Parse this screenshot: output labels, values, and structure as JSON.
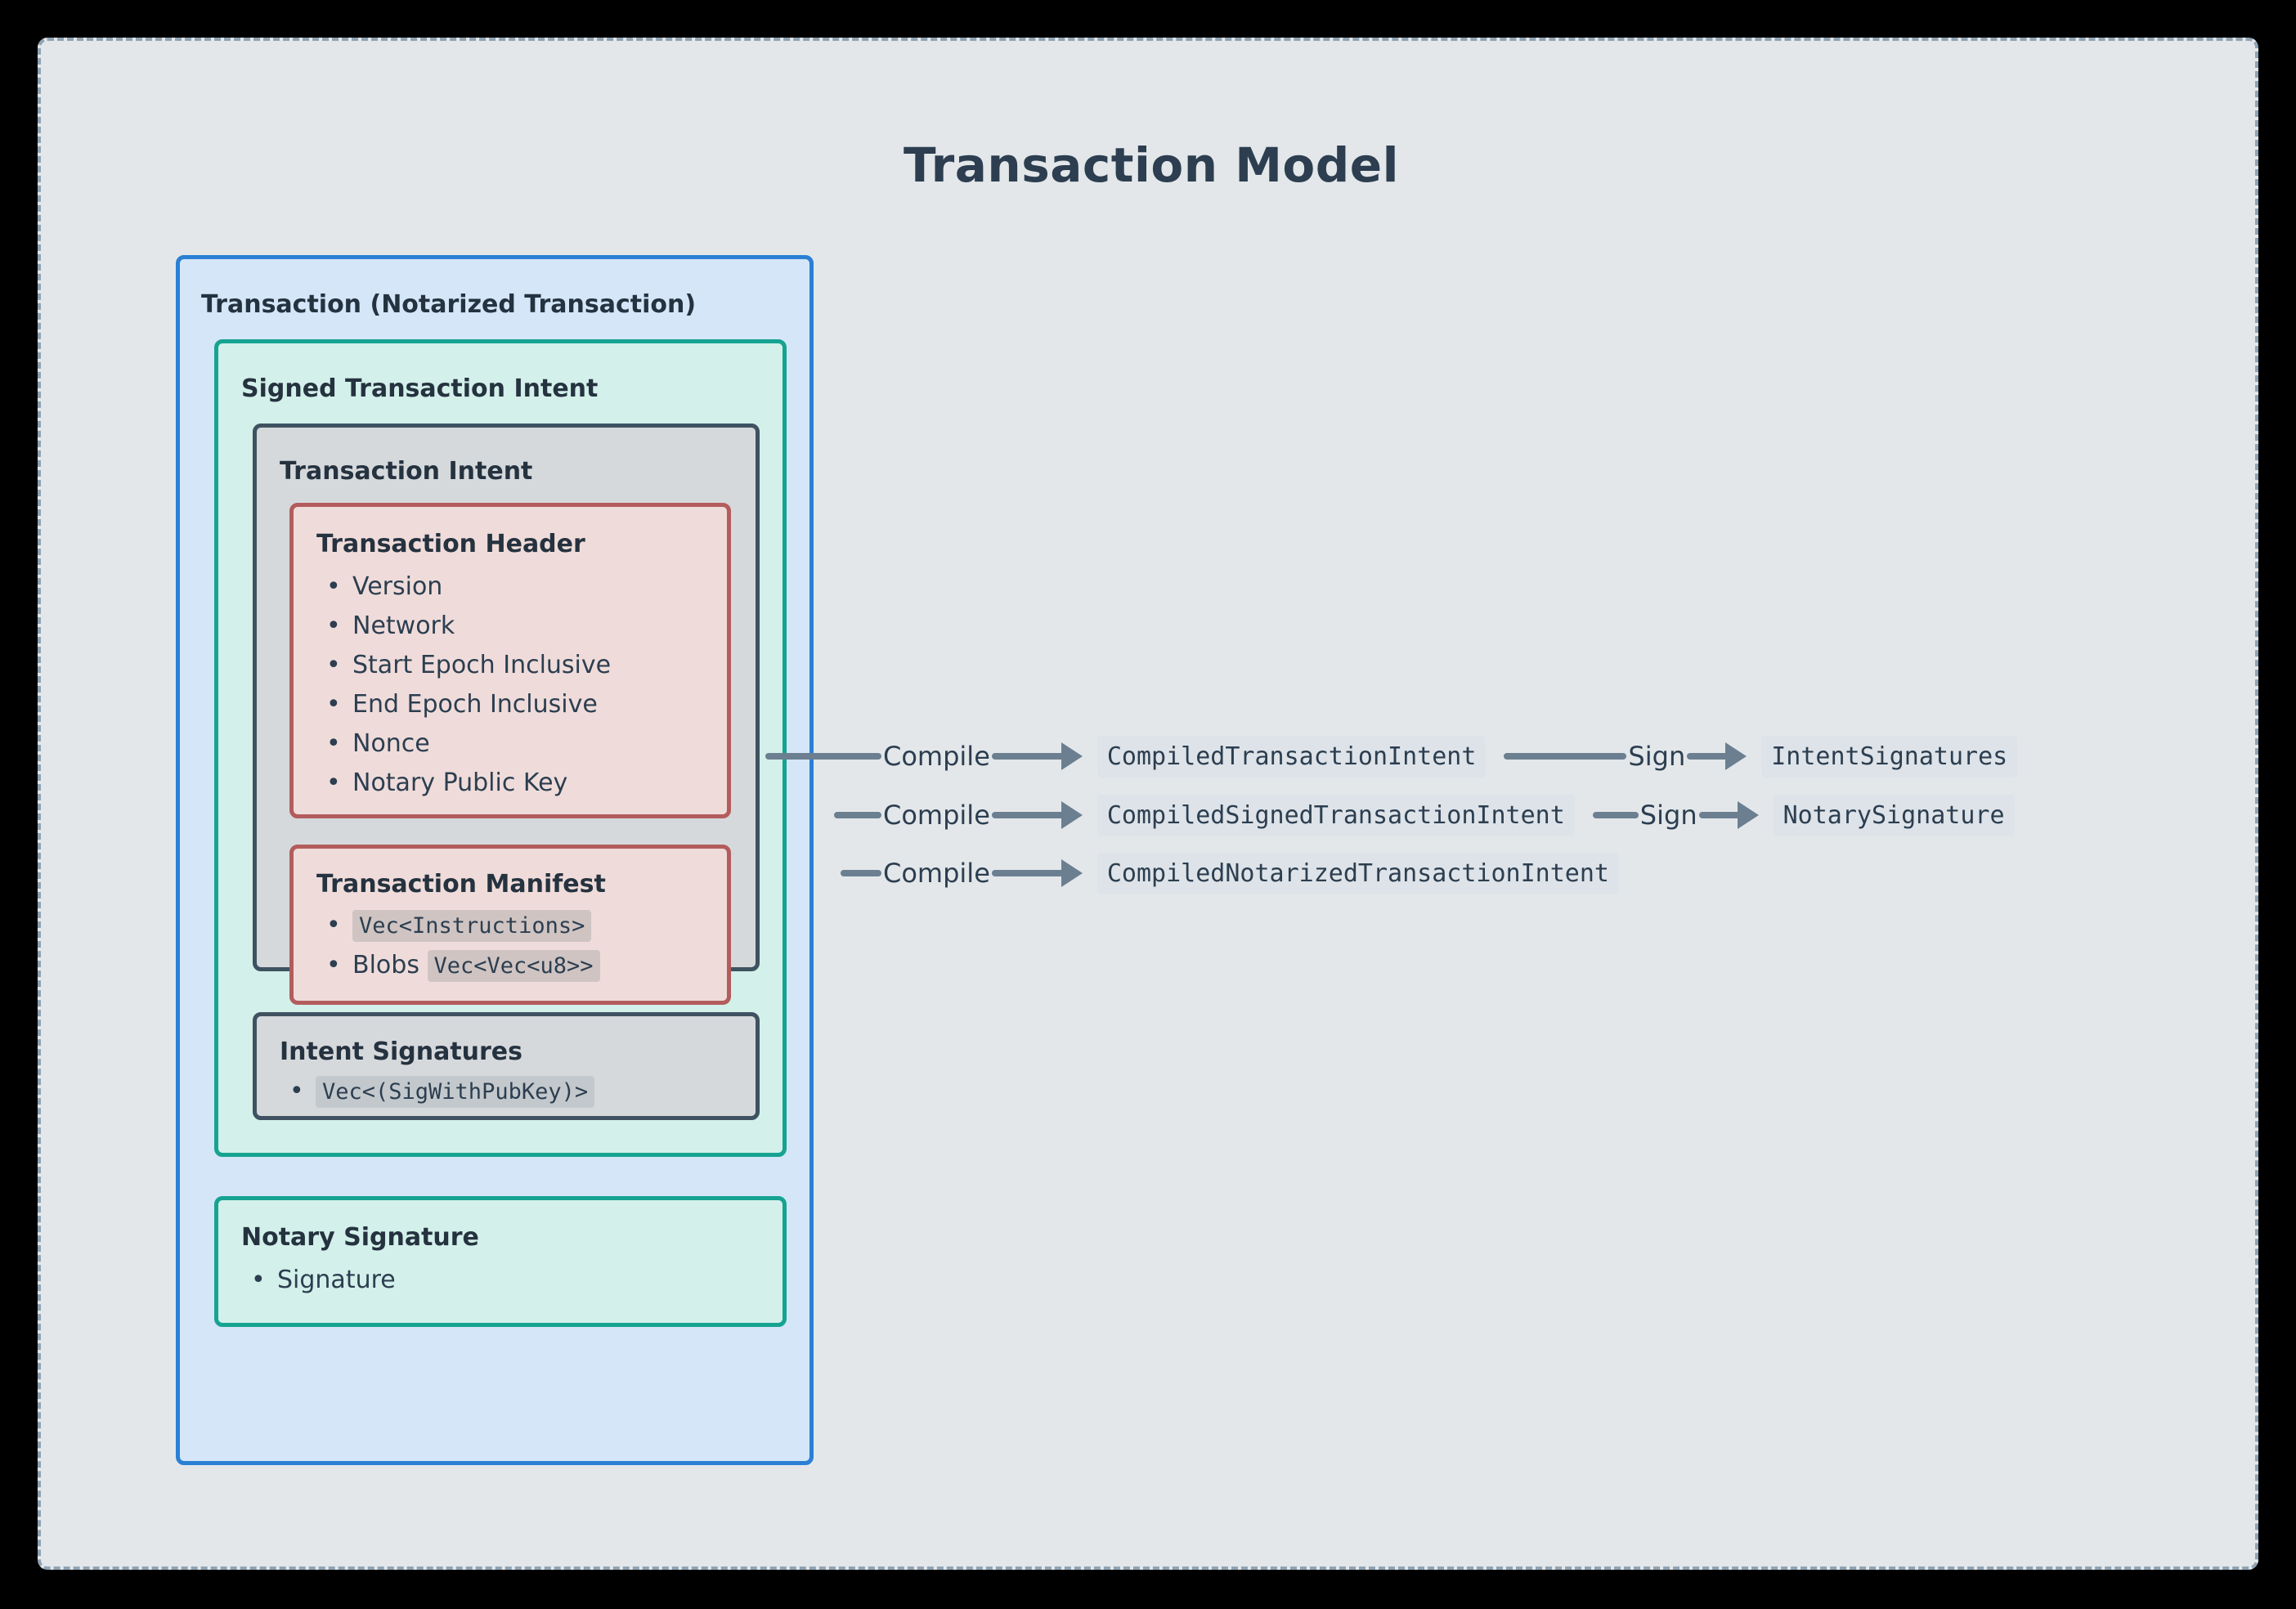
{
  "title": "Transaction Model",
  "colors": {
    "canvas_background": "#e3e7ea",
    "canvas_border": "#8fa3b3",
    "transaction_border": "#2b80d4",
    "transaction_fill": "#d4e6f8",
    "signed_intent_border": "#16a391",
    "signed_intent_fill": "#d3f0ea",
    "intent_border": "#3f5261",
    "intent_fill": "#d6d9dc",
    "header_border": "#b35c5c",
    "header_fill": "#efdcda",
    "edge": "#6b7f91",
    "text": "#2c3e50"
  },
  "boxes": {
    "transaction": {
      "title": "Transaction (Notarized Transaction)"
    },
    "signed_transaction_intent": {
      "title": "Signed Transaction Intent"
    },
    "transaction_intent": {
      "title": "Transaction Intent"
    },
    "transaction_header": {
      "title": "Transaction Header",
      "items": [
        "Version",
        "Network",
        "Start Epoch Inclusive",
        "End Epoch Inclusive",
        "Nonce",
        "Notary Public Key"
      ]
    },
    "transaction_manifest": {
      "title": "Transaction Manifest",
      "items": [
        {
          "label": "",
          "code": "Vec<Instructions>"
        },
        {
          "label": "Blobs",
          "code": "Vec<Vec<u8>>"
        }
      ]
    },
    "intent_signatures": {
      "title": "Intent Signatures",
      "items": [
        {
          "label": "",
          "code": "Vec<(SigWithPubKey)>"
        }
      ]
    },
    "notary_signature": {
      "title": "Notary Signature",
      "items": [
        "Signature"
      ]
    }
  },
  "flows": [
    {
      "compile_label": "Compile",
      "compiled_node": "CompiledTransactionIntent",
      "sign_label": "Sign",
      "signed_node": "IntentSignatures"
    },
    {
      "compile_label": "Compile",
      "compiled_node": "CompiledSignedTransactionIntent",
      "sign_label": "Sign",
      "signed_node": "NotarySignature"
    },
    {
      "compile_label": "Compile",
      "compiled_node": "CompiledNotarizedTransactionIntent",
      "sign_label": null,
      "signed_node": null
    }
  ]
}
